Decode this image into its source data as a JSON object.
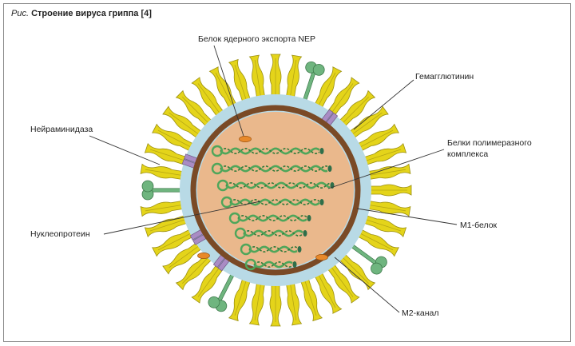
{
  "figure": {
    "caption_prefix": "Рис.",
    "caption_title": "Строение вируса гриппа [4]"
  },
  "labels": {
    "nep": "Белок ядерного экспорта NEP",
    "hemagglutinin": "Гемагглютинин",
    "neuraminidase": "Нейраминидаза",
    "polymerase_line1": "Белки полимеразного",
    "polymerase_line2": "комплекса",
    "nucleoprotein": "Нуклеопротеин",
    "m1": "М1-белок",
    "m2": "М2-канал"
  },
  "colors": {
    "hemagglutinin": "#e4d41a",
    "neuraminidase": "#6fb57f",
    "membrane": "#b8dae6",
    "matrix": "#7a4a26",
    "core": "#eab88c",
    "nucleoprotein": "#4fa65a",
    "nep": "#e8892a",
    "m2_channel": "#a98cc4"
  }
}
